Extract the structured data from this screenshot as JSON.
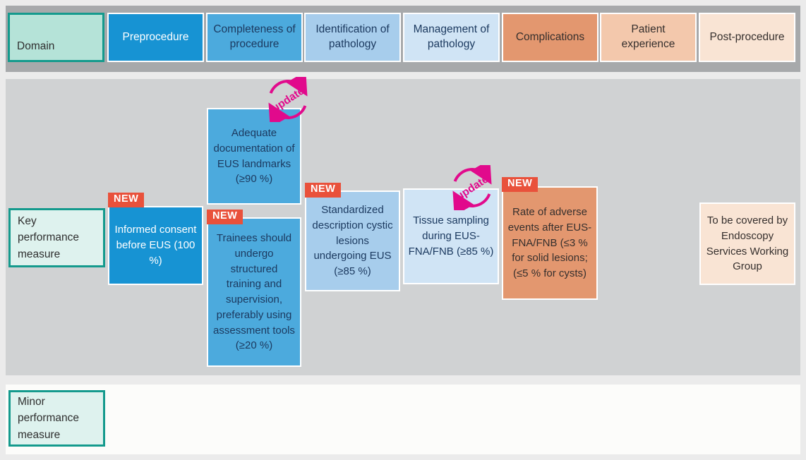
{
  "figure": {
    "description": "EUS performance measures grid diagram",
    "domain_header": {
      "label": "Domain"
    },
    "domains": [
      {
        "label": "Preprocedure"
      },
      {
        "label": "Completeness of procedure"
      },
      {
        "label": "Identification of pathology"
      },
      {
        "label": "Management of pathology"
      },
      {
        "label": "Complications"
      },
      {
        "label": "Patient experience"
      },
      {
        "label": "Post-procedure"
      }
    ],
    "key_row": {
      "label": "Key performance measure"
    },
    "minor_row": {
      "label": "Minor performance measure"
    },
    "measures": [
      {
        "domain": "Preprocedure",
        "badge": "NEW",
        "text": "Informed consent before EUS (100 %)"
      },
      {
        "domain": "Completeness of procedure",
        "badge": "update",
        "text": "Adequate documentation of EUS landmarks (≥90 %)"
      },
      {
        "domain": "Completeness of procedure",
        "badge": "NEW",
        "text": "Trainees should undergo structured training and supervision, preferably using assessment tools (≥20 %)"
      },
      {
        "domain": "Identification of pathology",
        "badge": "NEW",
        "text": "Standardized description cystic lesions undergoing EUS (≥85 %)"
      },
      {
        "domain": "Management of pathology",
        "badge": "update",
        "text": "Tissue sampling during EUS-FNA/FNB (≥85 %)"
      },
      {
        "domain": "Complications",
        "badge": "NEW",
        "text": "Rate of adverse events after EUS-FNA/FNB (≤3 % for solid lesions; (≤5 % for cysts)"
      },
      {
        "domain": "Post-procedure",
        "badge": "",
        "text": "To be covered by Endoscopy Services Working Group"
      }
    ],
    "colors": {
      "page_background": "#ebebeb",
      "header_band": "#a7a9ab",
      "main_band": "#d0d2d3",
      "bottom_band": "#fcfcfa",
      "teal_border": "#149a8d",
      "mint_header": "#b5e3d8",
      "mint_label": "#def2ee",
      "blue_bright": "#1793d3",
      "blue_medium": "#4caadd",
      "blue_light": "#a7cdec",
      "blue_pale": "#d0e4f5",
      "salmon": "#e3976f",
      "salmon_light": "#f3c8ac",
      "peach_pale": "#f9e4d4",
      "new_badge": "#e9513b",
      "update_magenta": "#e10a8c",
      "navy_text": "#1c3a60"
    }
  }
}
